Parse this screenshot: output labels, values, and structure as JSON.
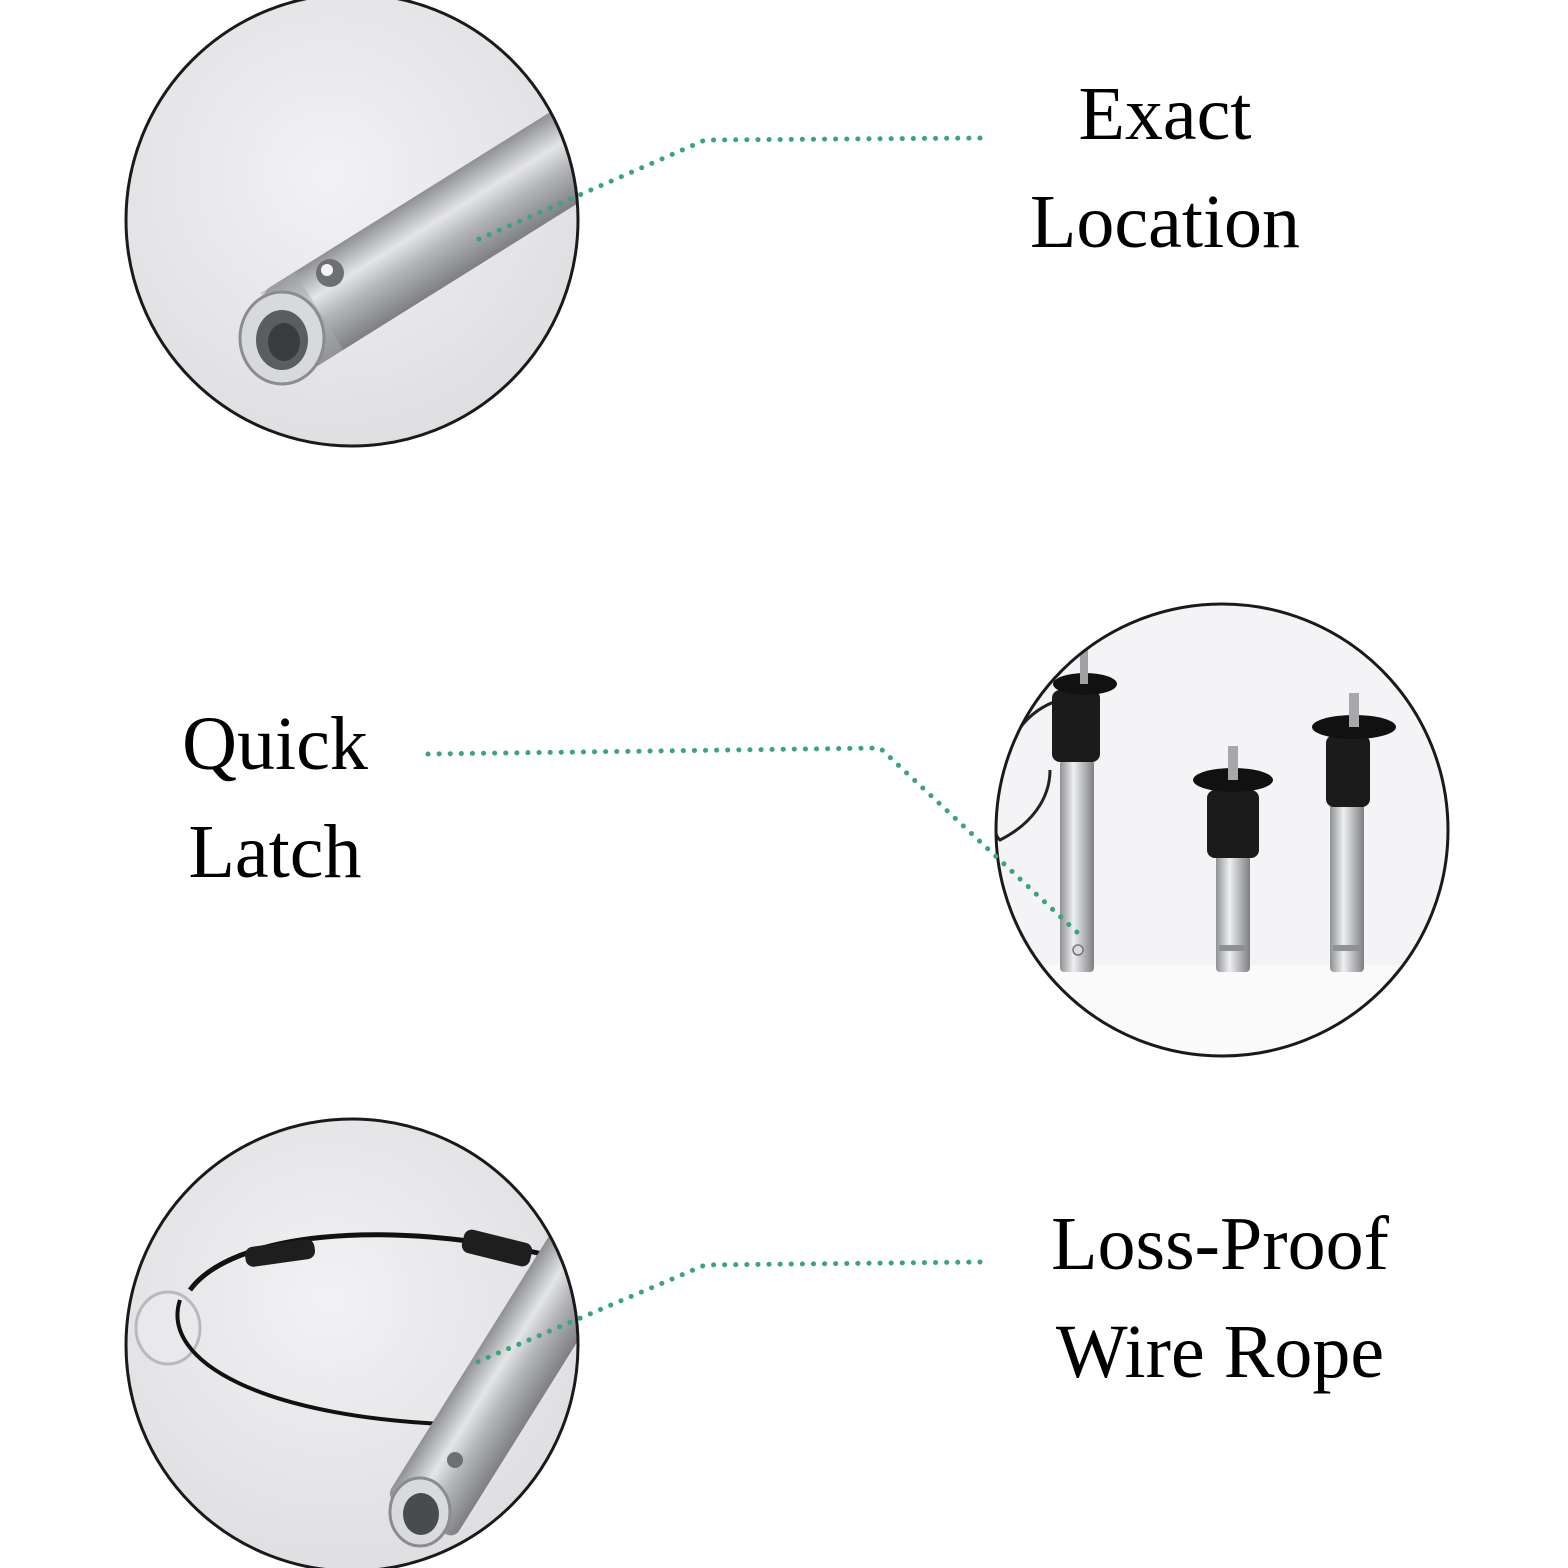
{
  "features": [
    {
      "lines": [
        "Exact",
        "Location"
      ],
      "icon": "ball-lock-pin-tip-closeup"
    },
    {
      "lines": [
        "Quick",
        "Latch"
      ],
      "icon": "ball-lock-pins-set"
    },
    {
      "lines": [
        "Loss-Proof",
        "Wire Rope"
      ],
      "icon": "pin-with-wire-rope"
    }
  ],
  "colors": {
    "leader_line": "#3aa57a",
    "circle_border": "#1a1a1a",
    "photo_bg": "#ececee",
    "steel": "#b9babd",
    "knob": "#1b1b1b"
  }
}
